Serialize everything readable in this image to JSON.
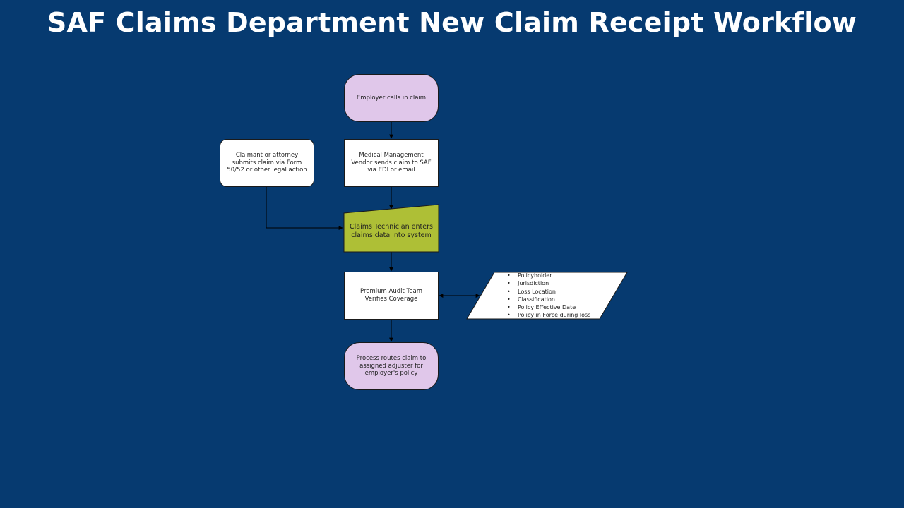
{
  "title": "SAF Claims Department New Claim Receipt Workflow",
  "colors": {
    "background": "#063a70",
    "terminal_fill": "#e0c7ea",
    "manual_input_fill": "#aebf36",
    "process_fill": "#ffffff"
  },
  "nodes": {
    "start": "Employer calls in claim",
    "vendor": "Medical Management Vendor sends claim to SAF via EDI or email",
    "claimant": "Claimant or attorney submits claim via Form 50/52 or other legal action",
    "technician": "Claims Technician enters claims data into system",
    "audit": "Premium Audit Team Verifies Coverage",
    "end": "Process routes claim to assigned adjuster for employer's policy"
  },
  "coverage_items": [
    "Policyholder",
    "Jurisdiction",
    "Loss Location",
    "Classification",
    "Policy Effective Date",
    "Policy in Force during loss"
  ]
}
